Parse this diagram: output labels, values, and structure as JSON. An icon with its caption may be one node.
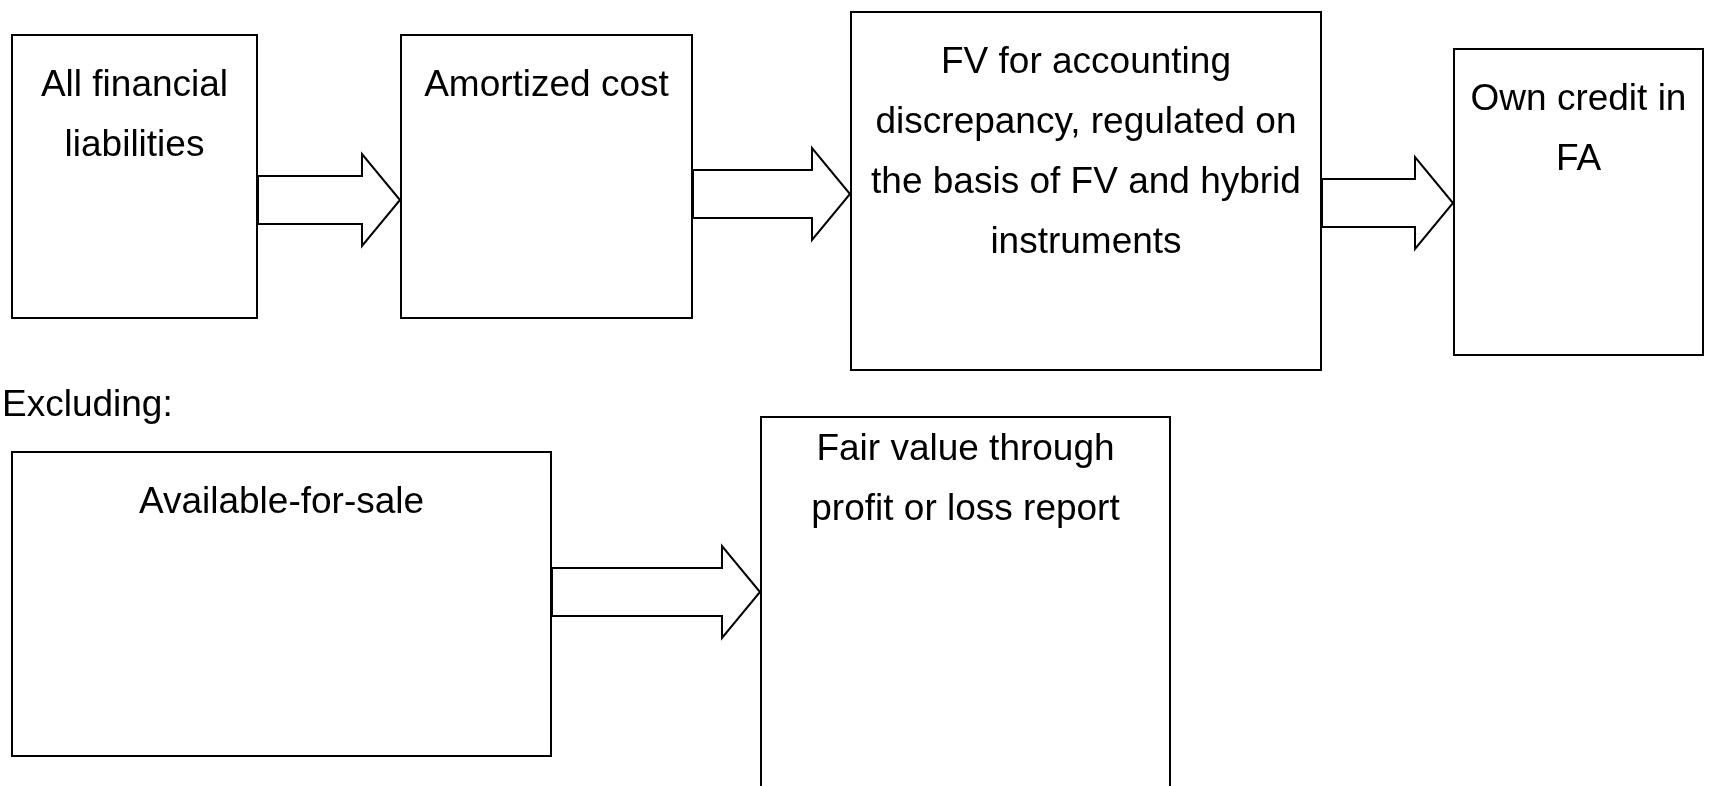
{
  "diagram": {
    "nodes": [
      {
        "text": [
          "All financial liabilities"
        ]
      },
      {
        "text": [
          "Amortized cost"
        ]
      },
      {
        "text": [
          "FV for accounting discrepancy, regulated on the basis of FV and hybrid instruments"
        ]
      },
      {
        "text": [
          "Own credit in FA"
        ]
      },
      {
        "text": [
          "Available-for-sale"
        ]
      },
      {
        "text": [
          "Fair value through profit or loss report"
        ]
      }
    ],
    "edges": [
      {
        "from": 0,
        "to": 1,
        "arrow": "to"
      },
      {
        "from": 1,
        "to": 2,
        "arrow": "to"
      },
      {
        "from": 2,
        "to": 3,
        "arrow": "to"
      },
      {
        "from": 4,
        "to": 5,
        "arrow": "to"
      }
    ],
    "labels": [
      "Excluding:"
    ]
  }
}
